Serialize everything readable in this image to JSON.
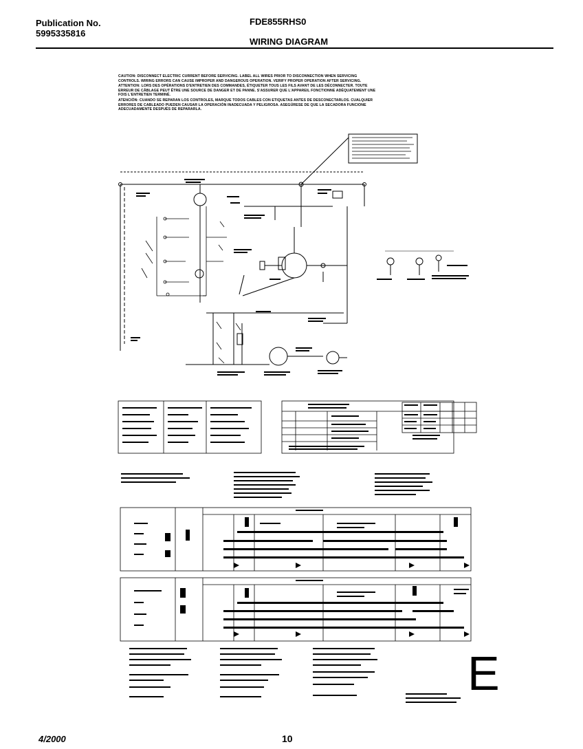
{
  "header": {
    "publication_label": "Publication No.",
    "publication_number": "5995335816",
    "model": "FDE855RHS0",
    "title": "WIRING DIAGRAM"
  },
  "caution": {
    "en": "CAUTION: DISCONNECT ELECTRIC CURRENT BEFORE SERVICING. LABEL ALL WIRES PRIOR TO DISCONNECTION WHEN SERVICING CONTROLS. WIRING ERRORS CAN CAUSE IMPROPER AND DANGEROUS OPERATION. VERIFY PROPER OPERATION AFTER SERVICING.",
    "fr": "ATTENTION: LORS DES OPÉRATIONS D'ENTRETIEN DES COMMANDES, ÉTIQUETER TOUS LES FILS AVANT DE LES DÉCONNECTER. TOUTE ERREUR DE CÂBLAGE PEUT ÊTRE UNE SOURCE DE DANGER ET DE PANNE. S'ASSURER QUE L'APPAREIL FONCTIONNE ADÉQUATEMENT UNE FOIS L'ENTRETIEN TERMINÉ.",
    "es": "ATENCIÓN: CUANDO SE REPARAN LOS CONTROLES, MARQUE TODOS CABLES CON ETIQUETAS ANTES DE DESCONECTARLOS. CUALQUIER ERRORES DE CABLEADO PUEDEN CAUSAR LA OPERACIÓN INADECUADA Y PELIGROSA. ASEGÚRESE DE QUE LA SECADORA FUNCIONE ADECUADAMENTE DESPUÉS DE REPARARLA."
  },
  "footer": {
    "date": "4/2000",
    "page_number": "10",
    "side_letter": "E"
  },
  "colors": {
    "ink": "#000000",
    "paper": "#ffffff"
  }
}
